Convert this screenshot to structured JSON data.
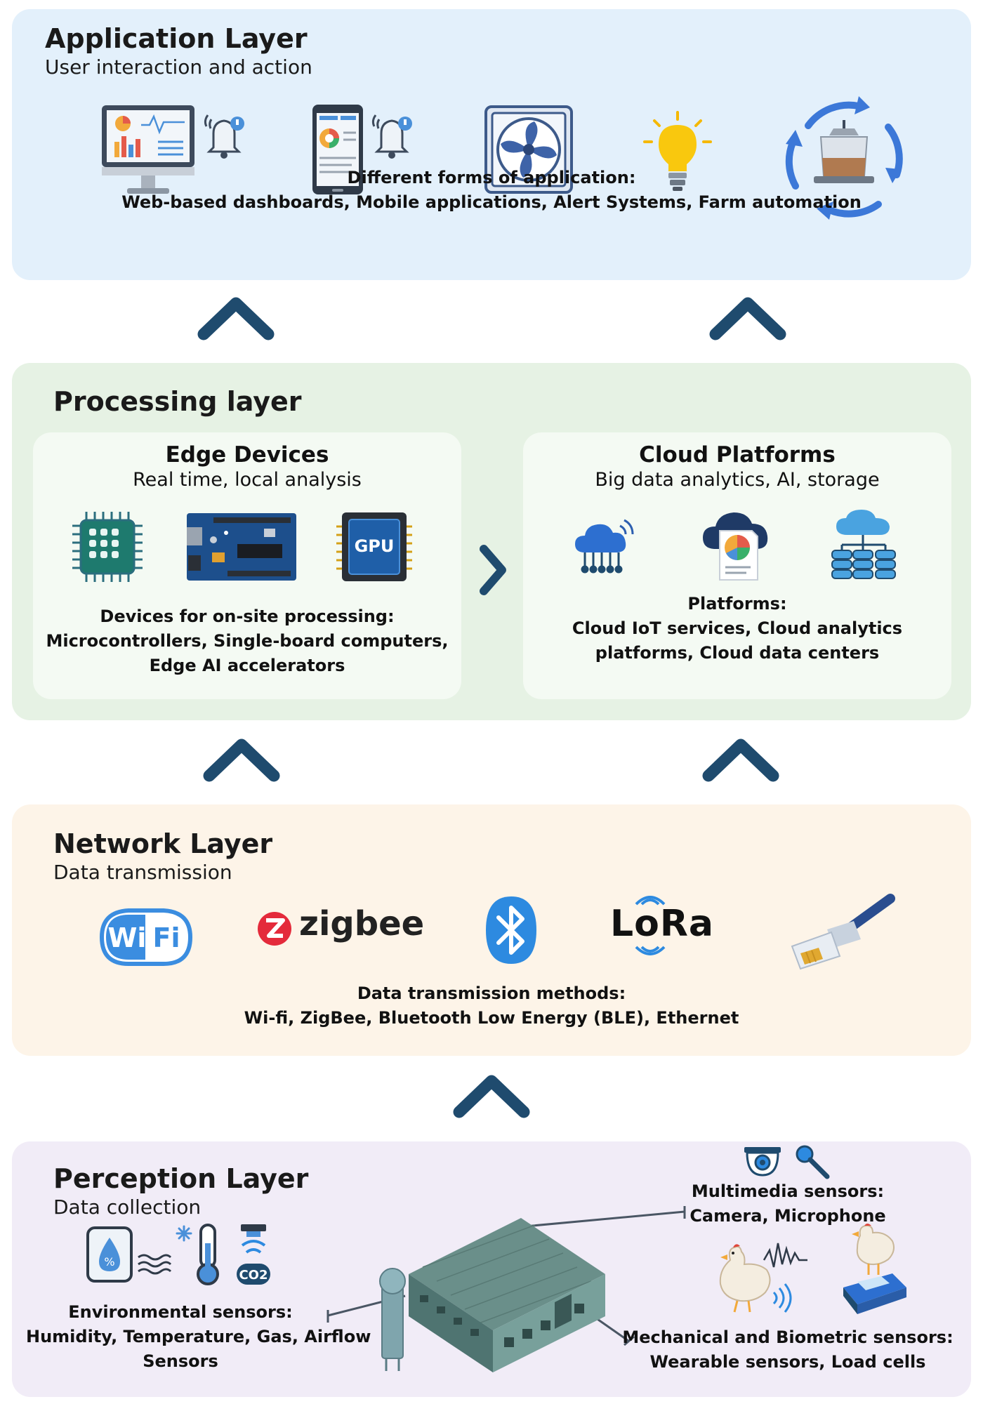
{
  "application": {
    "title": "Application Layer",
    "subtitle": "User interaction and action",
    "desc_heading": "Different forms of application:",
    "desc_body": "Web-based dashboards, Mobile applications, Alert Systems, Farm automation",
    "icons": [
      "desktop-dashboard-icon",
      "bell-icon",
      "mobile-app-icon",
      "bell-icon",
      "ventilation-fan-icon",
      "light-bulb-icon",
      "feeder-automation-icon"
    ]
  },
  "processing": {
    "title": "Processing layer",
    "edge": {
      "title": "Edge Devices",
      "subtitle": "Real time, local analysis",
      "desc_heading": "Devices for on-site processing:",
      "desc_line1": "Microcontrollers, Single-board computers,",
      "desc_line2": "Edge AI accelerators",
      "gpu_label": "GPU"
    },
    "cloud": {
      "title": "Cloud Platforms",
      "subtitle": "Big data analytics, AI, storage",
      "desc_heading": "Platforms:",
      "desc_line1": "Cloud IoT services, Cloud analytics",
      "desc_line2": "platforms, Cloud data centers"
    }
  },
  "network": {
    "title": "Network Layer",
    "subtitle": "Data transmission",
    "logos": {
      "wifi_a": "Wi",
      "wifi_b": "Fi",
      "zigbee": "zigbee",
      "lora": "LoRa"
    },
    "desc_heading": "Data transmission methods:",
    "desc_body": "Wi-fi, ZigBee, Bluetooth Low Energy (BLE), Ethernet"
  },
  "perception": {
    "title": "Perception Layer",
    "subtitle": "Data collection",
    "co2_label": "CO2",
    "env_heading": "Environmental sensors:",
    "env_line1": "Humidity, Temperature, Gas, Airflow",
    "env_line2": "Sensors",
    "multi_heading": "Multimedia sensors:",
    "multi_body": "Camera, Microphone",
    "mech_heading": "Mechanical and Biometric sensors:",
    "mech_body": "Wearable sensors, Load cells"
  },
  "colors": {
    "application_bg": "#e3f0fb",
    "processing_bg": "#e6f2e4",
    "network_bg": "#fdf4e8",
    "perception_bg": "#f1ecf7",
    "chevron": "#1f4b6e",
    "zigbee_red": "#e42a3b",
    "bluetooth_blue": "#2d8ae0"
  }
}
